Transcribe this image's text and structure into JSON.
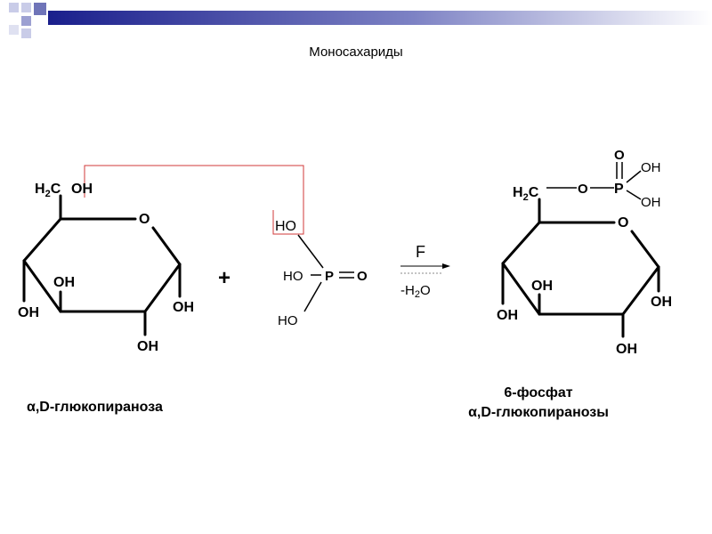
{
  "slide": {
    "title": "Моносахариды",
    "accent_color": "#1a1f8c",
    "link_color": "#d23a3a"
  },
  "reactant": {
    "h2c": "H2C",
    "h2c_oh": "OH",
    "ring_o": "O",
    "oh_c1": "OH",
    "oh_c2": "OH",
    "oh_c3": "OH",
    "oh_c4": "OH",
    "name": "α,D-глюкопираноза"
  },
  "phosphoric_acid": {
    "ho_top": "HO",
    "ho_left": "HO",
    "ho_bottom": "HO",
    "p": "P",
    "o_double": "O"
  },
  "operators": {
    "plus": "+"
  },
  "arrow": {
    "above": "F",
    "below": "-H2O"
  },
  "product": {
    "h2c": "H2C",
    "o_link": "O",
    "p": "P",
    "o_top": "O",
    "oh_right_top": "OH",
    "oh_right_bottom": "OH",
    "ring_o": "O",
    "oh_c1": "OH",
    "oh_c2": "OH",
    "oh_c3": "OH",
    "oh_c4": "OH",
    "name_line1": "6-фосфат",
    "name_line2": "α,D-глюкопиранозы"
  }
}
